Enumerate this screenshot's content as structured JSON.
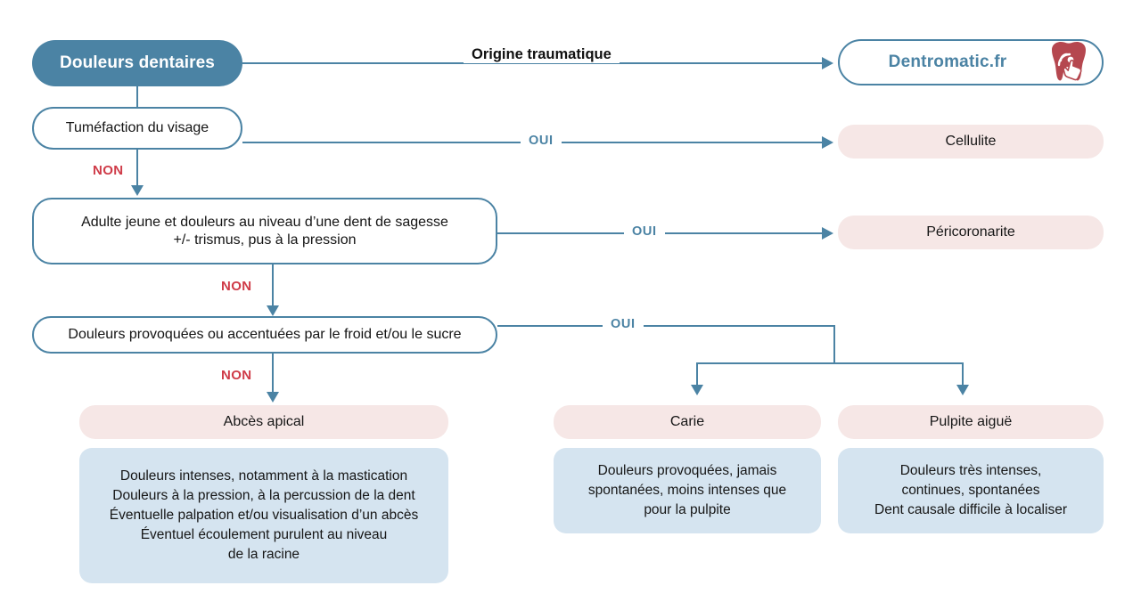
{
  "diagram": {
    "title": "Douleurs dentaires",
    "colors": {
      "primary_blue": "#4b83a4",
      "outcome_pink": "#f6e7e6",
      "detail_blue": "#d5e4f0",
      "no_red": "#cf3b48",
      "logo_red": "#b5474f"
    },
    "start_node": {
      "label": "Douleurs dentaires"
    },
    "logo": {
      "label": "Dentromatic.fr",
      "icon": "tooth-cursor-icon"
    },
    "decisions": [
      {
        "id": "tumefaction",
        "label": "Tuméfaction du visage"
      },
      {
        "id": "sagesse",
        "line1": "Adulte jeune et douleurs au niveau d’une dent de sagesse",
        "line2": "+/- trismus, pus à la pression"
      },
      {
        "id": "froid-sucre",
        "label": "Douleurs provoquées ou accentuées par le froid et/ou le sucre"
      }
    ],
    "edge_labels": {
      "traumatique": "Origine traumatique",
      "oui": "OUI",
      "non": "NON"
    },
    "outcomes": [
      {
        "id": "cellulite",
        "label": "Cellulite"
      },
      {
        "id": "pericoronarite",
        "label": "Péricoronarite"
      },
      {
        "id": "abces-apical",
        "label": "Abcès apical"
      },
      {
        "id": "carie",
        "label": "Carie"
      },
      {
        "id": "pulpite-aigue",
        "label": "Pulpite aiguë"
      }
    ],
    "details": {
      "abces_apical": {
        "l1": "Douleurs intenses, notamment à la mastication",
        "l2": "Douleurs à la pression, à la percussion de la dent",
        "l3": "Éventuelle palpation et/ou visualisation d’un abcès",
        "l4": "Éventuel écoulement purulent au niveau",
        "l5": "de la racine"
      },
      "carie": {
        "l1": "Douleurs provoquées, jamais",
        "l2": "spontanées, moins intenses que",
        "l3": "pour la pulpite"
      },
      "pulpite": {
        "l1": "Douleurs très intenses,",
        "l2": "continues, spontanées",
        "l3": "Dent causale difficile à localiser"
      }
    }
  }
}
